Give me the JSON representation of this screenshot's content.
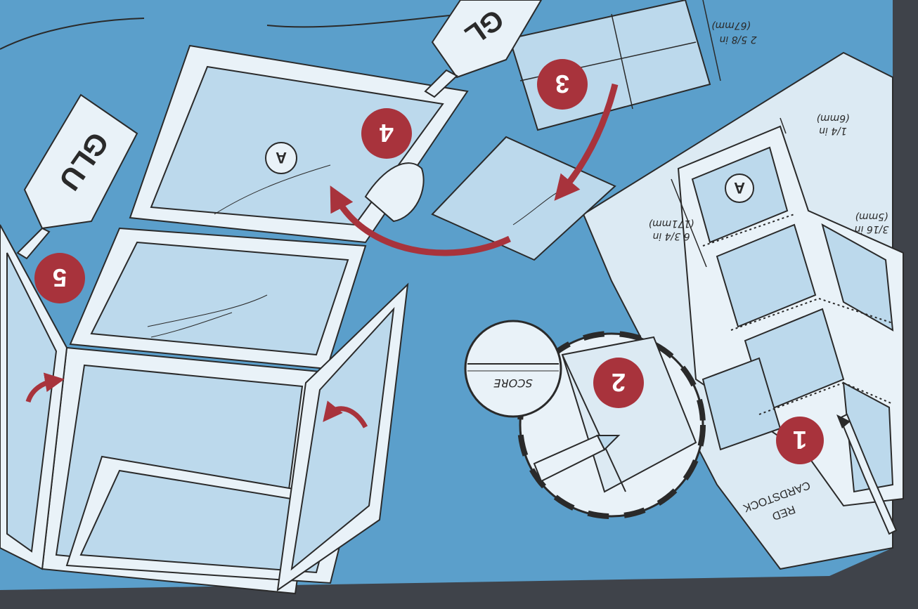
{
  "steps": [
    {
      "number": "1"
    },
    {
      "number": "2"
    },
    {
      "number": "3"
    },
    {
      "number": "4"
    },
    {
      "number": "5"
    }
  ],
  "labels": {
    "score": "SCORE",
    "cardstock_line1": "RED",
    "cardstock_line2": "CARDSTOCK",
    "glue_big": "GLU",
    "glue_small": "GL",
    "panel_marker": "A"
  },
  "dimensions": {
    "width_in": "2 5/8 in",
    "width_mm": "(67mm)",
    "height_in": "6 3/4 in",
    "height_mm": "(171mm)",
    "border_in": "1/4 in",
    "border_mm": "(6mm)",
    "fold_in": "3/16 in",
    "fold_mm": "(5mm)"
  },
  "colors": {
    "background": "#5b9fcb",
    "badge": "#a8333c",
    "arrow": "#a8333c",
    "line": "#2a2a2a",
    "panel": "#e9f2f8",
    "pane": "#bcd9ec"
  }
}
